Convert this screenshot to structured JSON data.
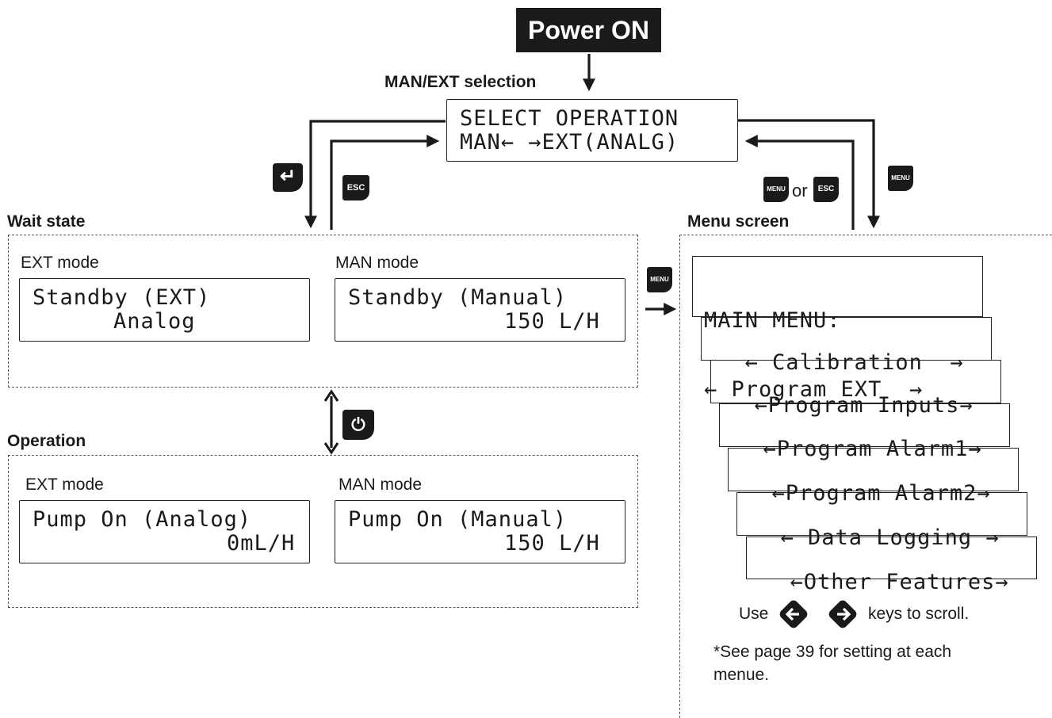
{
  "power_on": "Power ON",
  "selection_label": "MAN/EXT selection",
  "select_lcd": {
    "line1": "SELECT OPERATION",
    "line2": "MAN← →EXT(ANALG)"
  },
  "keys": {
    "enter": "↵",
    "esc": "ESC",
    "menu": "MENU",
    "or": "or",
    "power": "⏻"
  },
  "wait_state": {
    "title": "Wait state",
    "ext_label": "EXT mode",
    "ext_lcd": {
      "line1": "Standby (EXT)",
      "line2": "Analog"
    },
    "man_label": "MAN mode",
    "man_lcd": {
      "line1": "Standby (Manual)",
      "line2": "150 L/H"
    }
  },
  "operation": {
    "title": "Operation",
    "ext_label": "EXT mode",
    "ext_lcd": {
      "line1": "Pump On (Analog)",
      "line2": "0mL/H"
    },
    "man_label": "MAN mode",
    "man_lcd": {
      "line1": "Pump On (Manual)",
      "line2": "150 L/H"
    }
  },
  "menu_screen": {
    "title": "Menu screen",
    "main_line1": "MAIN MENU:",
    "items": [
      "← Program EXT  →",
      "← Calibration  →",
      "←Program Inputs→",
      "←Program Alarm1→",
      "←Program Alarm2→",
      "← Data Logging →",
      "←Other Features→"
    ],
    "scroll_use": "Use",
    "scroll_keys": "keys to scroll.",
    "note": "*See page 39 for setting at each menue."
  }
}
